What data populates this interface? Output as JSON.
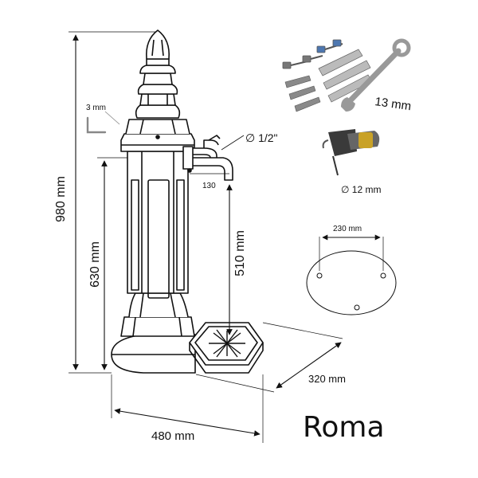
{
  "dimensions": {
    "total_height": "980 mm",
    "column_height": "630 mm",
    "spout_height": "510 mm",
    "spout_projection": "130",
    "width": "480 mm",
    "depth": "320 mm",
    "hex_key": "3 mm",
    "pipe_thread": "∅ 1/2\"",
    "wrench_size": "13 mm",
    "drill_bit": "∅ 12 mm",
    "bolt_spacing": "230 mm"
  },
  "product_name": "Roma"
}
